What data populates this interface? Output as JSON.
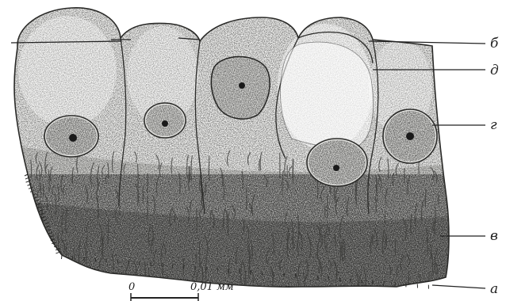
{
  "labels": {
    "a": "а",
    "b": "б",
    "v": "в",
    "g": "г",
    "d": "д"
  },
  "scale_bar": {
    "zero": "0",
    "value": "0,01 мм"
  }
}
